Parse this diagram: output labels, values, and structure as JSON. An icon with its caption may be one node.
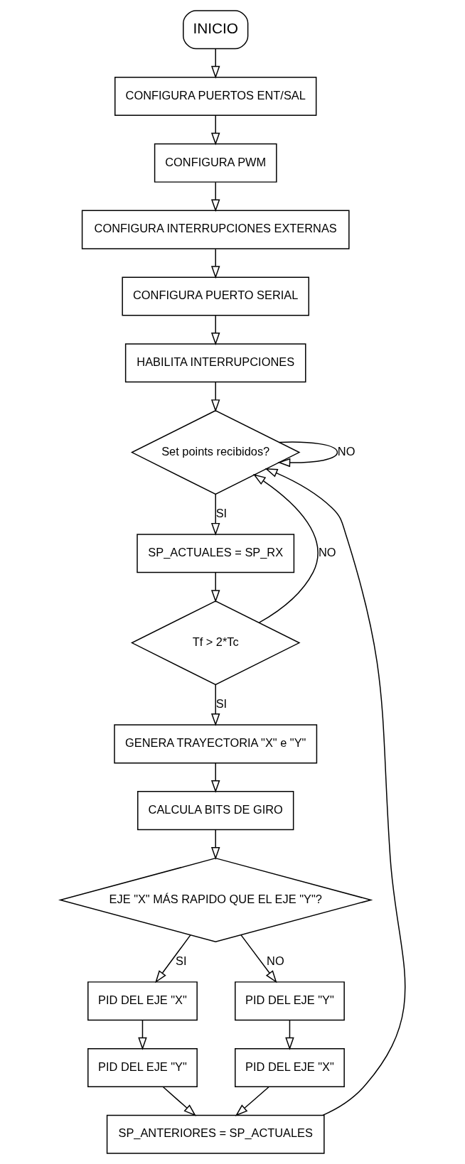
{
  "diagram": {
    "nodes": [
      {
        "text": [
          "INICIO"
        ]
      },
      {
        "text": [
          "CONFIGURA PUERTOS ENT/SAL"
        ]
      },
      {
        "text": [
          "CONFIGURA PWM"
        ]
      },
      {
        "text": [
          "CONFIGURA INTERRUPCIONES EXTERNAS"
        ]
      },
      {
        "text": [
          "CONFIGURA PUERTO SERIAL"
        ]
      },
      {
        "text": [
          "HABILITA INTERRUPCIONES"
        ]
      },
      {
        "text": [
          "Set points recibidos?"
        ]
      },
      {
        "text": [
          "SP_ACTUALES = SP_RX"
        ]
      },
      {
        "text": [
          "Tf > 2*Tc"
        ]
      },
      {
        "text": [
          "GENERA TRAYECTORIA \"X\" e \"Y\""
        ]
      },
      {
        "text": [
          "CALCULA BITS DE GIRO"
        ]
      },
      {
        "text": [
          "EJE \"X\" MÁS RAPIDO QUE EL EJE \"Y\"?"
        ]
      },
      {
        "text": [
          "PID DEL EJE \"X\""
        ]
      },
      {
        "text": [
          "PID DEL EJE \"Y\""
        ]
      },
      {
        "text": [
          "PID DEL EJE \"Y\""
        ]
      },
      {
        "text": [
          "PID DEL EJE \"X\""
        ]
      },
      {
        "text": [
          "SP_ANTERIORES = SP_ACTUALES"
        ]
      }
    ],
    "edges": [
      {
        "from": 0,
        "to": 1,
        "arrow": "to"
      },
      {
        "from": 1,
        "to": 2,
        "arrow": "to"
      },
      {
        "from": 2,
        "to": 3,
        "arrow": "to"
      },
      {
        "from": 3,
        "to": 4,
        "arrow": "to"
      },
      {
        "from": 4,
        "to": 5,
        "arrow": "to"
      },
      {
        "from": 5,
        "to": 6,
        "arrow": "to"
      },
      {
        "from": 6,
        "to": 6,
        "arrow": "to",
        "label": "NO"
      },
      {
        "from": 6,
        "to": 7,
        "arrow": "to",
        "label": "SI"
      },
      {
        "from": 7,
        "to": 8,
        "arrow": "to"
      },
      {
        "from": 8,
        "to": 6,
        "arrow": "to",
        "label": "NO"
      },
      {
        "from": 8,
        "to": 9,
        "arrow": "to",
        "label": "SI"
      },
      {
        "from": 9,
        "to": 10,
        "arrow": "to"
      },
      {
        "from": 10,
        "to": 11,
        "arrow": "to"
      },
      {
        "from": 11,
        "to": 12,
        "arrow": "to",
        "label": "SI"
      },
      {
        "from": 11,
        "to": 14,
        "arrow": "to",
        "label": "NO"
      },
      {
        "from": 12,
        "to": 13,
        "arrow": "to"
      },
      {
        "from": 14,
        "to": 15,
        "arrow": "to"
      },
      {
        "from": 13,
        "to": 16,
        "arrow": "to"
      },
      {
        "from": 15,
        "to": 16,
        "arrow": "to"
      },
      {
        "from": 16,
        "to": 6,
        "arrow": "to"
      }
    ]
  }
}
